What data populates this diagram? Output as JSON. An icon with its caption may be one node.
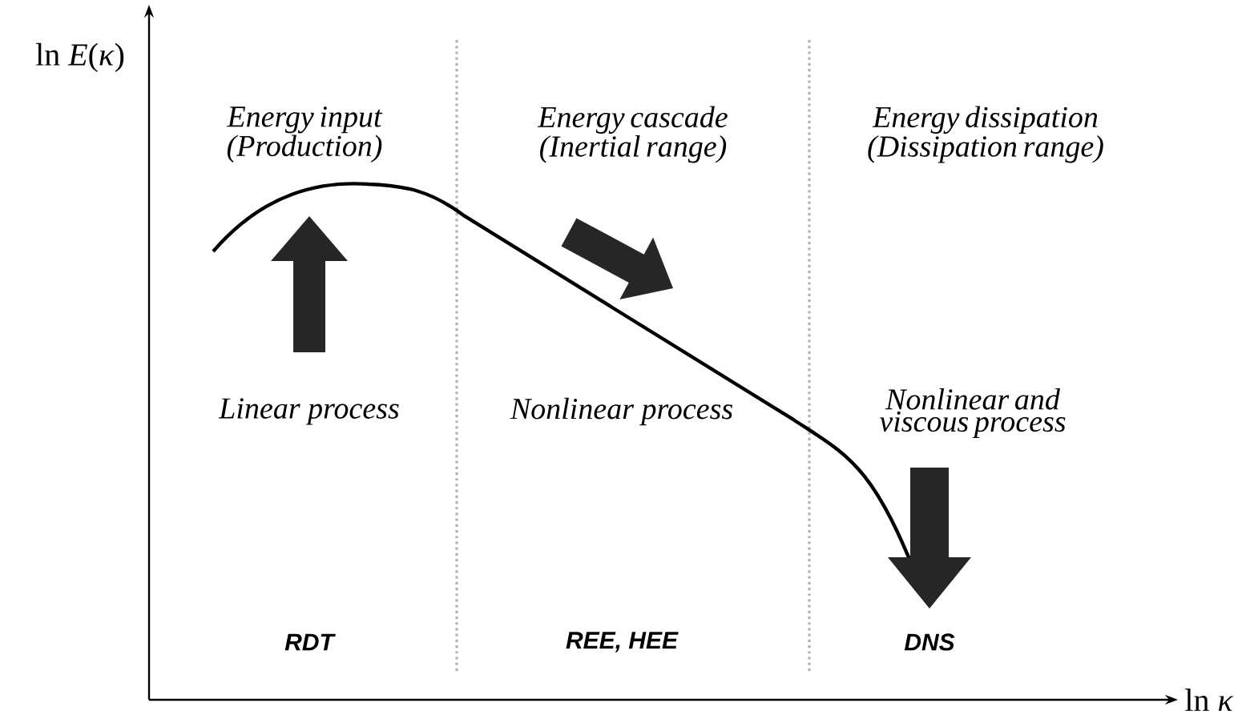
{
  "diagram": {
    "labels": [
      "ln *E*(*κ*)",
      "Energy input (Production)",
      "Energy cascade (Inertial range)",
      "Energy dissipation (Dissipation range)",
      "Linear process",
      "Nonlinear process",
      "Nonlinear and viscous process",
      "RDT",
      "REE, HEE",
      "DNS",
      "ln *κ*"
    ]
  }
}
